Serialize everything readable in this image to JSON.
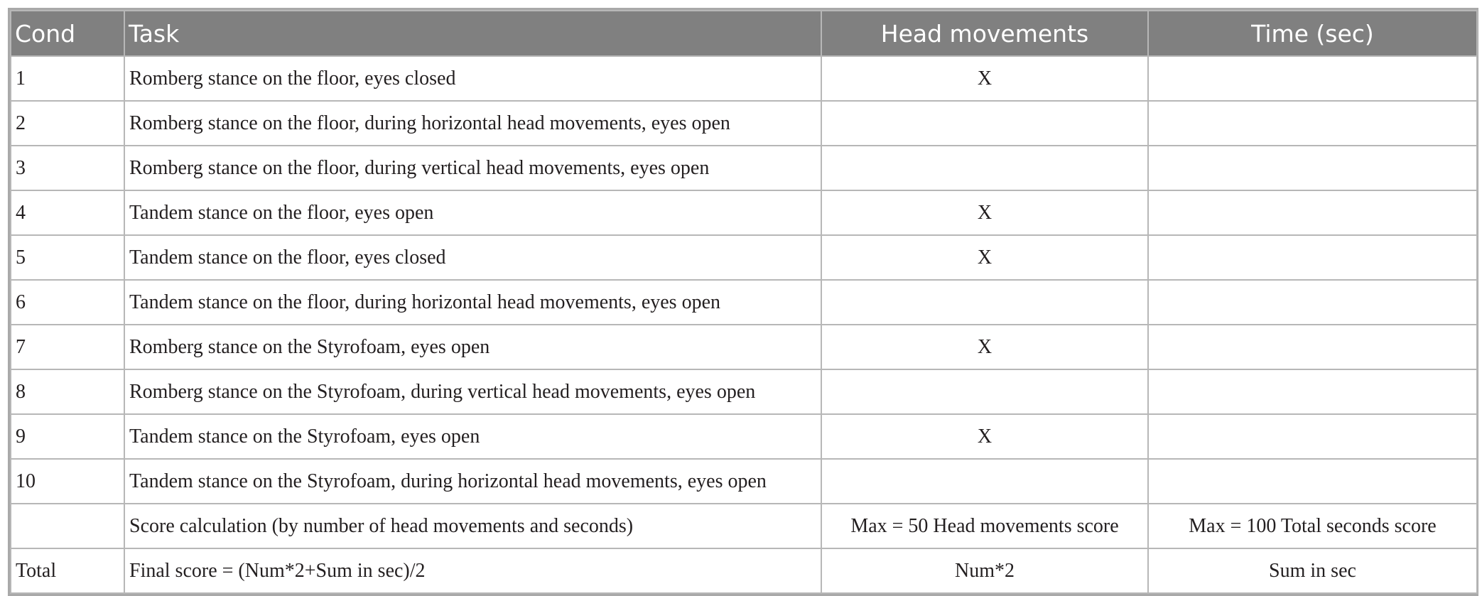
{
  "table": {
    "headers": {
      "cond": "Cond",
      "task": "Task",
      "head": "Head movements",
      "time": "Time (sec)"
    },
    "rows": [
      {
        "cond": "1",
        "task": "Romberg stance on the floor, eyes closed",
        "head": "X",
        "time": ""
      },
      {
        "cond": "2",
        "task": "Romberg stance on the floor, during horizontal head movements, eyes open",
        "head": "",
        "time": ""
      },
      {
        "cond": "3",
        "task": "Romberg stance on the floor, during vertical head movements, eyes open",
        "head": "",
        "time": ""
      },
      {
        "cond": "4",
        "task": "Tandem stance on the floor, eyes open",
        "head": "X",
        "time": ""
      },
      {
        "cond": "5",
        "task": "Tandem stance on the floor, eyes closed",
        "head": "X",
        "time": ""
      },
      {
        "cond": "6",
        "task": "Tandem stance on the floor, during horizontal head movements, eyes open",
        "head": "",
        "time": ""
      },
      {
        "cond": "7",
        "task": "Romberg stance on the Styrofoam, eyes open",
        "head": "X",
        "time": ""
      },
      {
        "cond": "8",
        "task": "Romberg stance on the Styrofoam, during vertical head movements, eyes open",
        "head": "",
        "time": ""
      },
      {
        "cond": "9",
        "task": "Tandem stance on the Styrofoam, eyes open",
        "head": "X",
        "time": ""
      },
      {
        "cond": "10",
        "task": "Tandem stance on the Styrofoam, during horizontal head movements, eyes open",
        "head": "",
        "time": ""
      },
      {
        "cond": "",
        "task": "Score calculation (by number of head movements and seconds)",
        "head": "Max = 50 Head movements score",
        "time": "Max = 100 Total seconds score"
      },
      {
        "cond": "Total",
        "task": "Final score = (Num*2+Sum in sec)/2",
        "head": "Num*2",
        "time": "Sum in sec"
      }
    ]
  }
}
